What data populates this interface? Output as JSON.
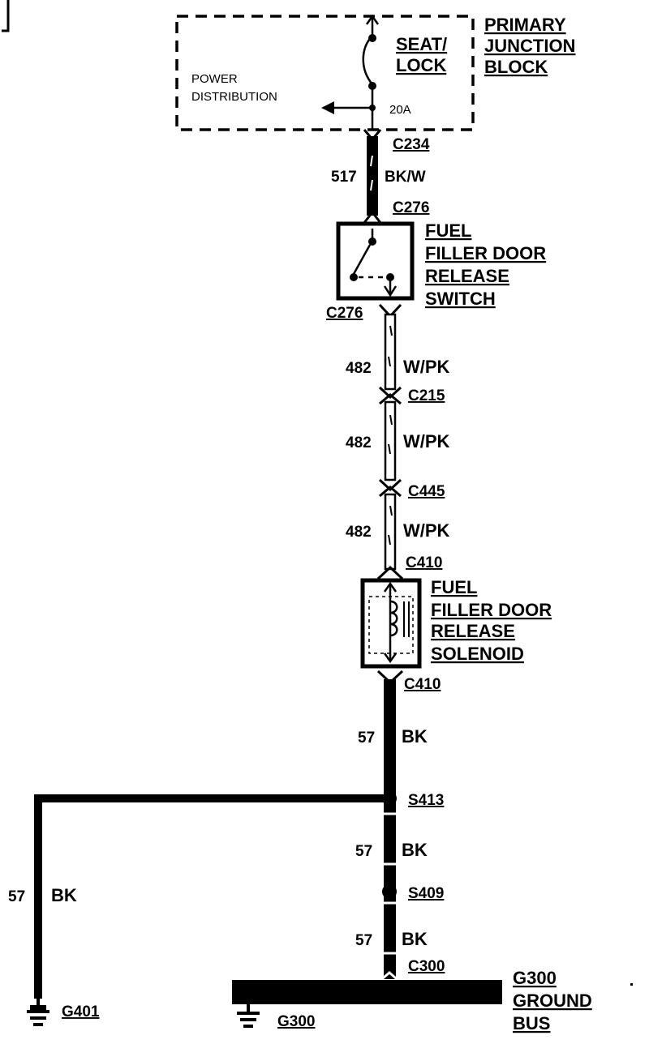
{
  "junction_block": {
    "name_lines": [
      "PRIMARY",
      "JUNCTION",
      "BLOCK"
    ],
    "fuse_name_lines": [
      "SEAT/",
      "LOCK"
    ],
    "fuse_rating": "20A",
    "power_lines": [
      "POWER",
      "DISTRIBUTION"
    ]
  },
  "connectors": {
    "c234": "C234",
    "c276_top": "C276",
    "c276_bottom": "C276",
    "c215": "C215",
    "c445": "C445",
    "c410_top": "C410",
    "c410_bottom": "C410",
    "c300": "C300"
  },
  "wires": {
    "w1": {
      "circuit": "517",
      "color": "BK/W"
    },
    "w2": {
      "circuit": "482",
      "color": "W/PK"
    },
    "w3": {
      "circuit": "482",
      "color": "W/PK"
    },
    "w4": {
      "circuit": "482",
      "color": "W/PK"
    },
    "w5": {
      "circuit": "57",
      "color": "BK"
    },
    "w6": {
      "circuit": "57",
      "color": "BK"
    },
    "w7": {
      "circuit": "57",
      "color": "BK"
    },
    "w8": {
      "circuit": "57",
      "color": "BK"
    }
  },
  "switch": {
    "lines": [
      "FUEL",
      "FILLER DOOR",
      "RELEASE",
      "SWITCH"
    ]
  },
  "solenoid": {
    "lines": [
      "FUEL",
      "FILLER DOOR",
      "RELEASE",
      "SOLENOID"
    ]
  },
  "splices": {
    "s413": "S413",
    "s409": "S409"
  },
  "grounds": {
    "g401": "G401",
    "g300": "G300",
    "bus_lines": [
      "G300",
      "GROUND",
      "BUS"
    ]
  }
}
